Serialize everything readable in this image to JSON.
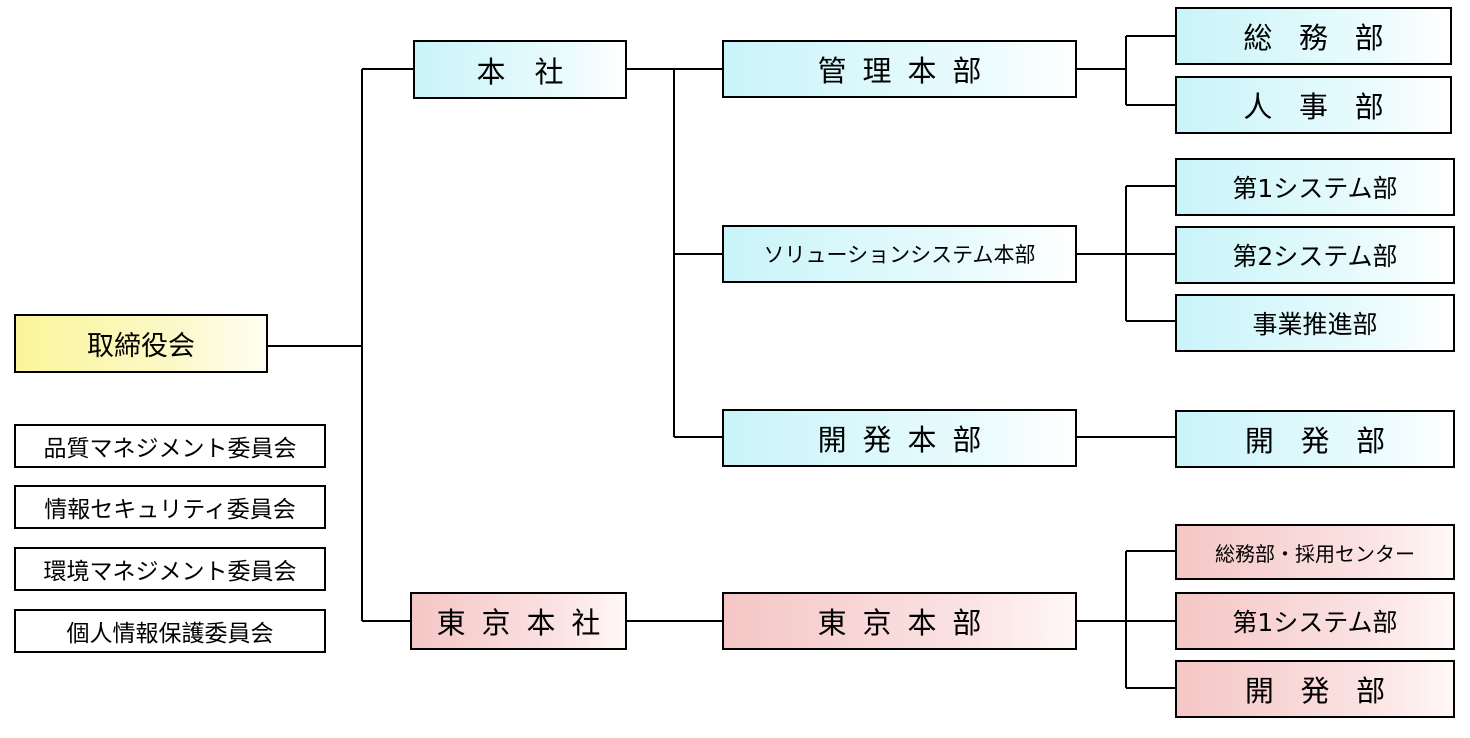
{
  "board": "取締役会",
  "committees": [
    "品質マネジメント委員会",
    "情報セキュリティ委員会",
    "環境マネジメント委員会",
    "個人情報保護委員会"
  ],
  "head_office": {
    "name": "本　社",
    "divisions": [
      {
        "name": "管理本部",
        "departments": [
          "総 務 部",
          "人 事 部"
        ]
      },
      {
        "name": "ソリューションシステム本部",
        "departments": [
          "第1システム部",
          "第2システム部",
          "事業推進部"
        ]
      },
      {
        "name": "開発本部",
        "departments": [
          "開 発 部"
        ]
      }
    ]
  },
  "tokyo_office": {
    "name": "東京本社",
    "divisions": [
      {
        "name": "東京本部",
        "departments": [
          "総務部・採用センター",
          "第1システム部",
          "開 発 部"
        ]
      }
    ]
  },
  "colors": {
    "head_office": "#c9f4f9",
    "tokyo_office": "#f5c6c6",
    "board": "#faf59a",
    "line": "#000000"
  }
}
